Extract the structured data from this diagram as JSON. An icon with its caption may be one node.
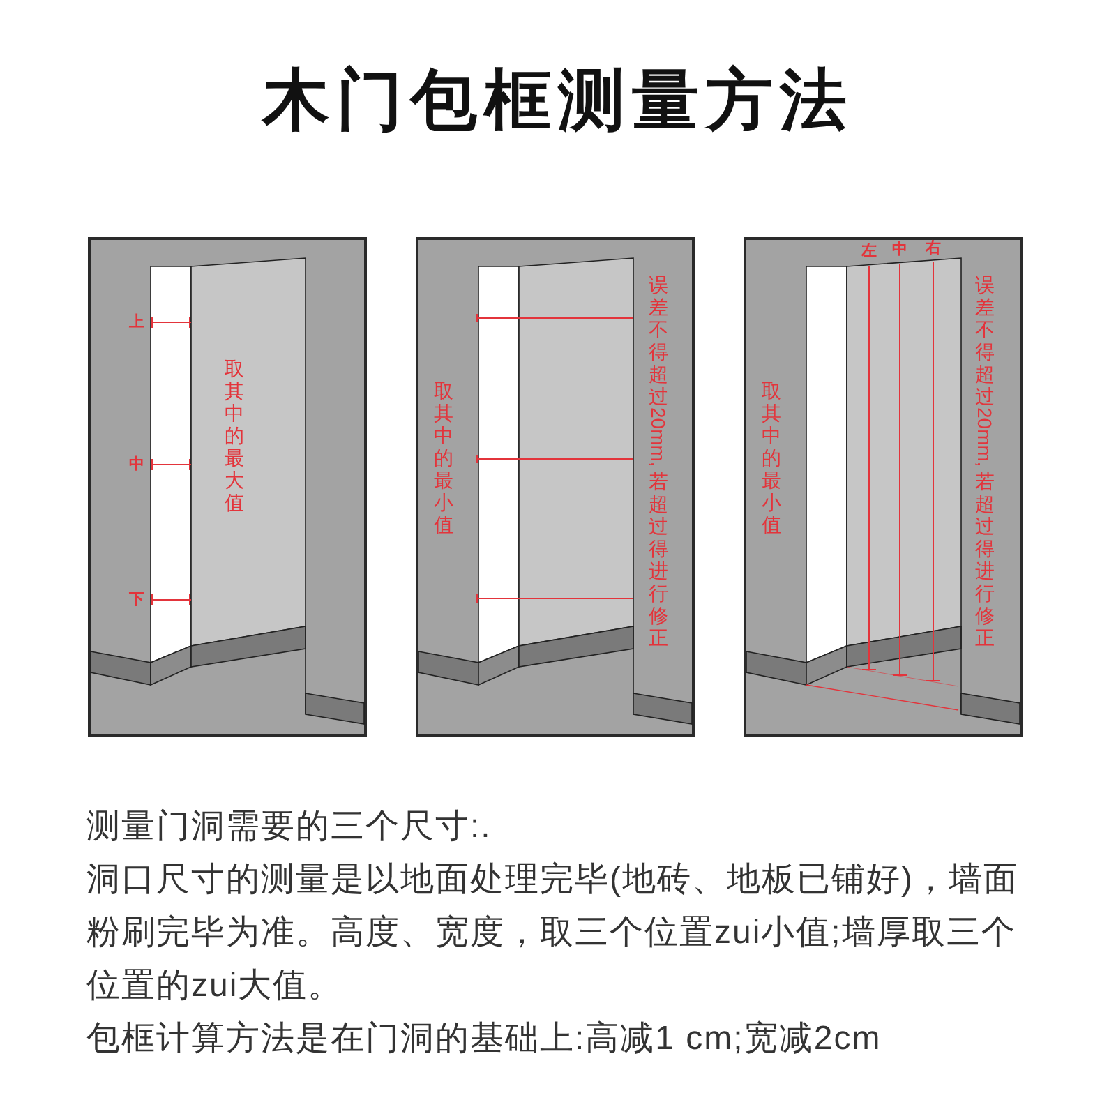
{
  "diagram": {
    "title": "木门包框测量方法",
    "nodes": [
      {
        "text": [
          "上",
          "中",
          "下",
          "取其中的最大值"
        ]
      },
      {
        "text": [
          "取其中的最小值",
          "误差不得超过20mm,若超过得进行修正"
        ]
      },
      {
        "text": [
          "左",
          "中",
          "右",
          "取其中的最小值",
          "误差不得超过20mm,若超过得进行修正"
        ]
      }
    ],
    "labels": [
      "测量门洞需要的三个尺寸:.",
      "洞口尺寸的测量是以地面处理完毕(地砖、地板已铺好)，墙面粉刷完毕为准。高度、宽度，取三个位置zui小值;墙厚取三个位置的zui大值。",
      "包框计算方法是在门洞的基础上:高减1 cm;宽减2cm"
    ]
  }
}
